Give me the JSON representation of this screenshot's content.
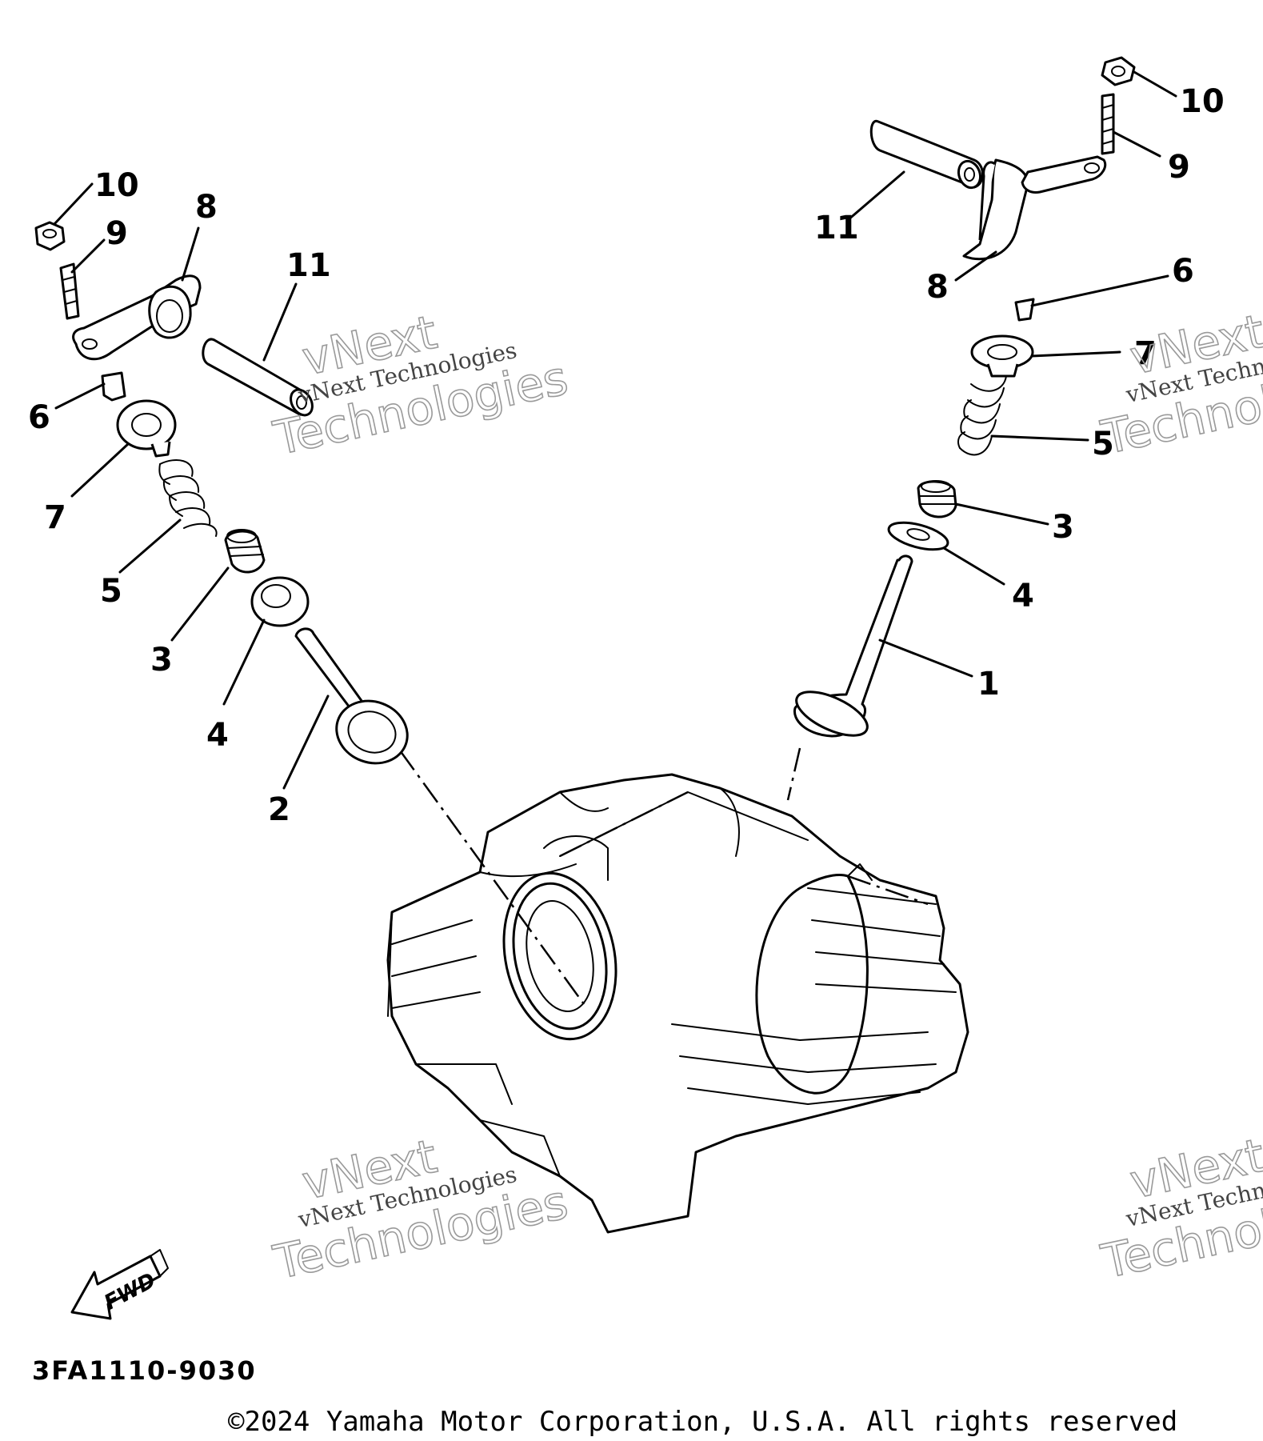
{
  "diagram": {
    "callouts": {
      "right": [
        "10",
        "9",
        "11",
        "8",
        "6",
        "7",
        "5",
        "3",
        "4",
        "1"
      ],
      "left": [
        "10",
        "9",
        "8",
        "11",
        "6",
        "7",
        "5",
        "3",
        "4",
        "2"
      ]
    },
    "fwd_label": "FWD",
    "part_code": "3FA1110-9030",
    "copyright": "©2024 Yamaha Motor Corporation, U.S.A. All rights reserved",
    "watermark_line1": "vNext Technologies",
    "watermark_line2": "vNext",
    "watermark_line3": "Technologies"
  }
}
